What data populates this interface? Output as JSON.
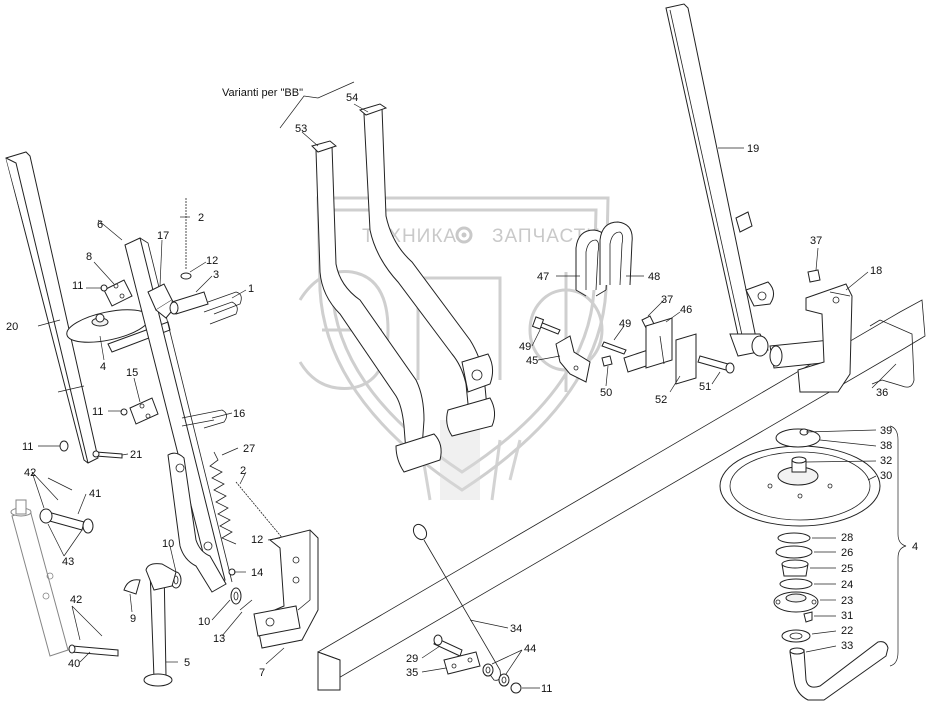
{
  "caption": "Varianti per \"BB\"",
  "watermark": {
    "left_word": "ТЕХНИКА",
    "right_word": "ЗАПЧАСТИ",
    "gear_icon": "gear-icon"
  },
  "callouts": [
    "1",
    "2",
    "3",
    "4",
    "5",
    "6",
    "7",
    "8",
    "9",
    "10",
    "11",
    "12",
    "13",
    "14",
    "15",
    "16",
    "17",
    "18",
    "19",
    "20",
    "21",
    "22",
    "23",
    "24",
    "25",
    "26",
    "27",
    "28",
    "29",
    "30",
    "31",
    "32",
    "33",
    "34",
    "35",
    "36",
    "37",
    "38",
    "39",
    "40",
    "41",
    "42",
    "43",
    "44",
    "45",
    "46",
    "47",
    "48",
    "49",
    "50",
    "51",
    "52",
    "53",
    "54"
  ],
  "colors": {
    "line": "#222222",
    "watermark": "#cccccc",
    "background": "#ffffff"
  }
}
